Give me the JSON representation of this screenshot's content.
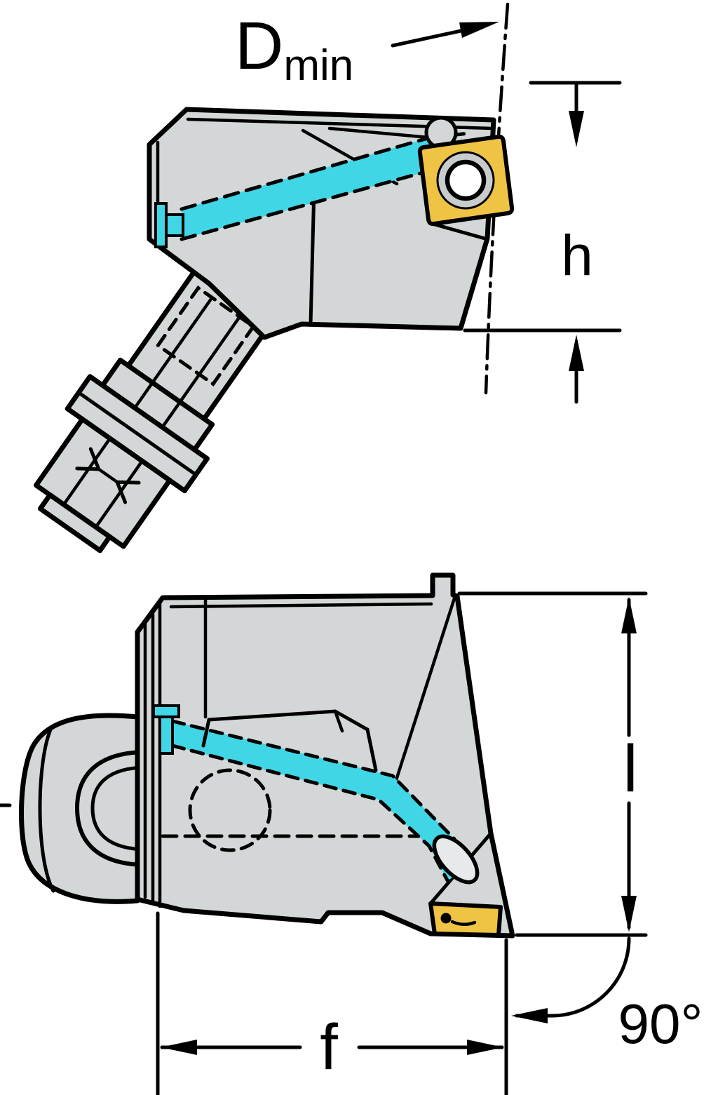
{
  "colors": {
    "background": "#ffffff",
    "body": "#d3d7d7",
    "body_light": "#e7eaea",
    "ring": "#c8cccc",
    "insert": "#efc445",
    "coolant": "#40d6e6",
    "outline": "#000000",
    "hole": "#ffffff"
  },
  "top_view": {
    "label_dmin_main": "D",
    "label_dmin_sub": "min",
    "label_h": "h"
  },
  "bottom_view": {
    "label_l": "l",
    "label_f": "f",
    "label_angle": "90°"
  }
}
